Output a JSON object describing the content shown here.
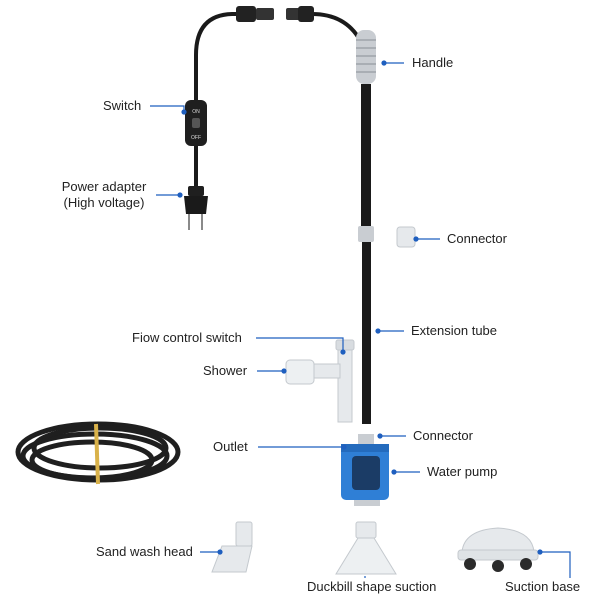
{
  "labels": {
    "switch": "Switch",
    "power_adapter_line1": "Power adapter",
    "power_adapter_line2": "(High voltage)",
    "handle": "Handle",
    "connector_top": "Connector",
    "extension_tube": "Extension tube",
    "flow_control_switch": "Fiow control switch",
    "shower": "Shower",
    "outlet": "Outlet",
    "connector_bottom": "Connector",
    "water_pump": "Water pump",
    "sand_wash_head": "Sand wash head",
    "duckbill_suction": "Duckbill shape suction",
    "suction_base": "Suction base"
  },
  "switch_text": {
    "on": "ON",
    "off": "OFF"
  },
  "colors": {
    "leader_line": "#1f5fbf",
    "tube": "#1a1a1a",
    "handle_grey": "#c9cdd2",
    "pump_blue": "#2f7fd6",
    "pump_dark": "#1b3c66",
    "part_white": "#e6e9ec"
  }
}
